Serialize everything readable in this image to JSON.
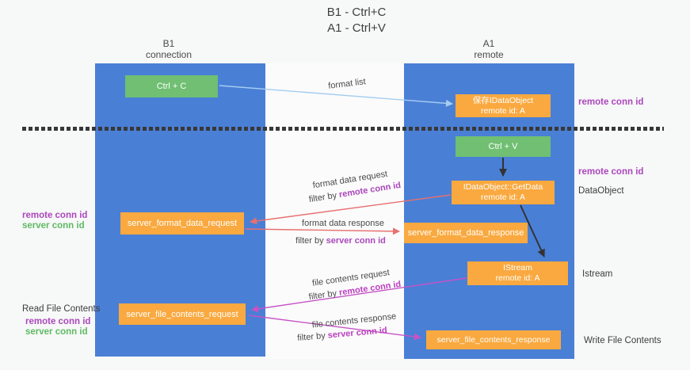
{
  "title": {
    "line1": "B1 - Ctrl+C",
    "line2": "A1 - Ctrl+V"
  },
  "columns": {
    "left": {
      "name": "B1",
      "sub": "connection"
    },
    "right": {
      "name": "A1",
      "sub": "remote"
    }
  },
  "nodes": {
    "ctrl_c": "Ctrl + C",
    "ctrl_v": "Ctrl + V",
    "save": {
      "line1": "保存IDataObject",
      "line2": "remote id: A"
    },
    "getdata": {
      "line1": "IDataObject::GetData",
      "line2": "remote id: A"
    },
    "istream": {
      "line1": "IStream",
      "line2": "remote id: A"
    },
    "format_request": "server_format_data_request",
    "format_response": "server_format_data_response",
    "file_request": "server_file_contents_request",
    "file_response": "server_file_contents_response"
  },
  "edges": {
    "format_list": "format list",
    "format_data_request": "format data request",
    "format_data_response": "format data response",
    "file_contents_request": "file contents request",
    "file_contents_response": "file contents response",
    "filter_by": "filter by",
    "remote_conn_id": "remote conn id",
    "server_conn_id": "server conn id"
  },
  "side": {
    "remote_conn_id": "remote conn id",
    "server_conn_id": "server conn id",
    "dataobject": "DataObject",
    "istream": "Istream",
    "read_file": "Read File Contents",
    "write_file": "Write File Contents"
  },
  "colors": {
    "lifeline_blue": "#4a7fd6",
    "node_green": "#70bf72",
    "node_orange": "#f9a93f",
    "arrow_lightblue": "#a5cdf0",
    "arrow_red": "#e87070",
    "arrow_magenta": "#c653c6",
    "arrow_black": "#333333",
    "text_purple": "#ab47bc",
    "text_green": "#5fba63"
  }
}
